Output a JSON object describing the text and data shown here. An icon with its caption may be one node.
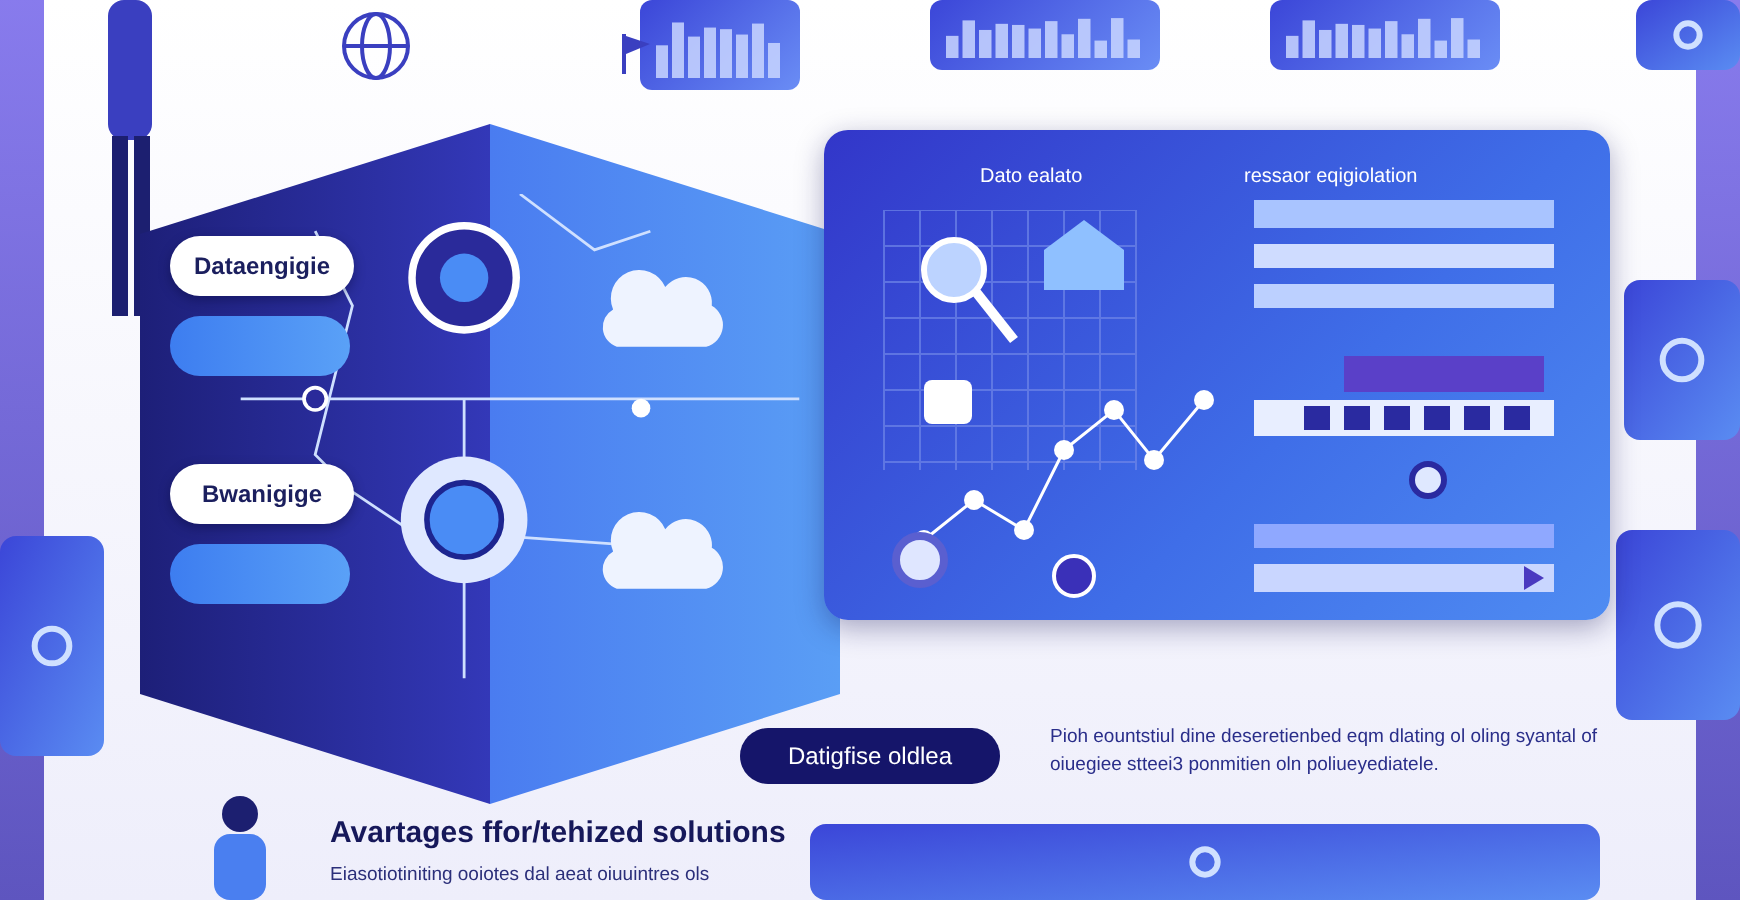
{
  "diagram": {
    "nodes": [
      {
        "text": [],
        "shape": "hexagon"
      },
      {
        "text": [
          "Dataengigie"
        ],
        "in": 0
      },
      {
        "text": [
          "Bwanigige"
        ],
        "in": 0
      },
      {
        "text": [
          "Dato ealato",
          "ressaor eqigiolation"
        ]
      },
      {
        "text": [
          "Datigfise oldlea"
        ]
      }
    ],
    "labels": [
      "Pioh eountstiul dine deseretienbed eqm dlating ol oling syantal of oiuegiee stteei3 ponmitien oln poliueyediatele.",
      "Avartages ffor/tehized solutions",
      "Eiasotiotiniting ooiotes dal aeat oiuuintres ols"
    ]
  }
}
